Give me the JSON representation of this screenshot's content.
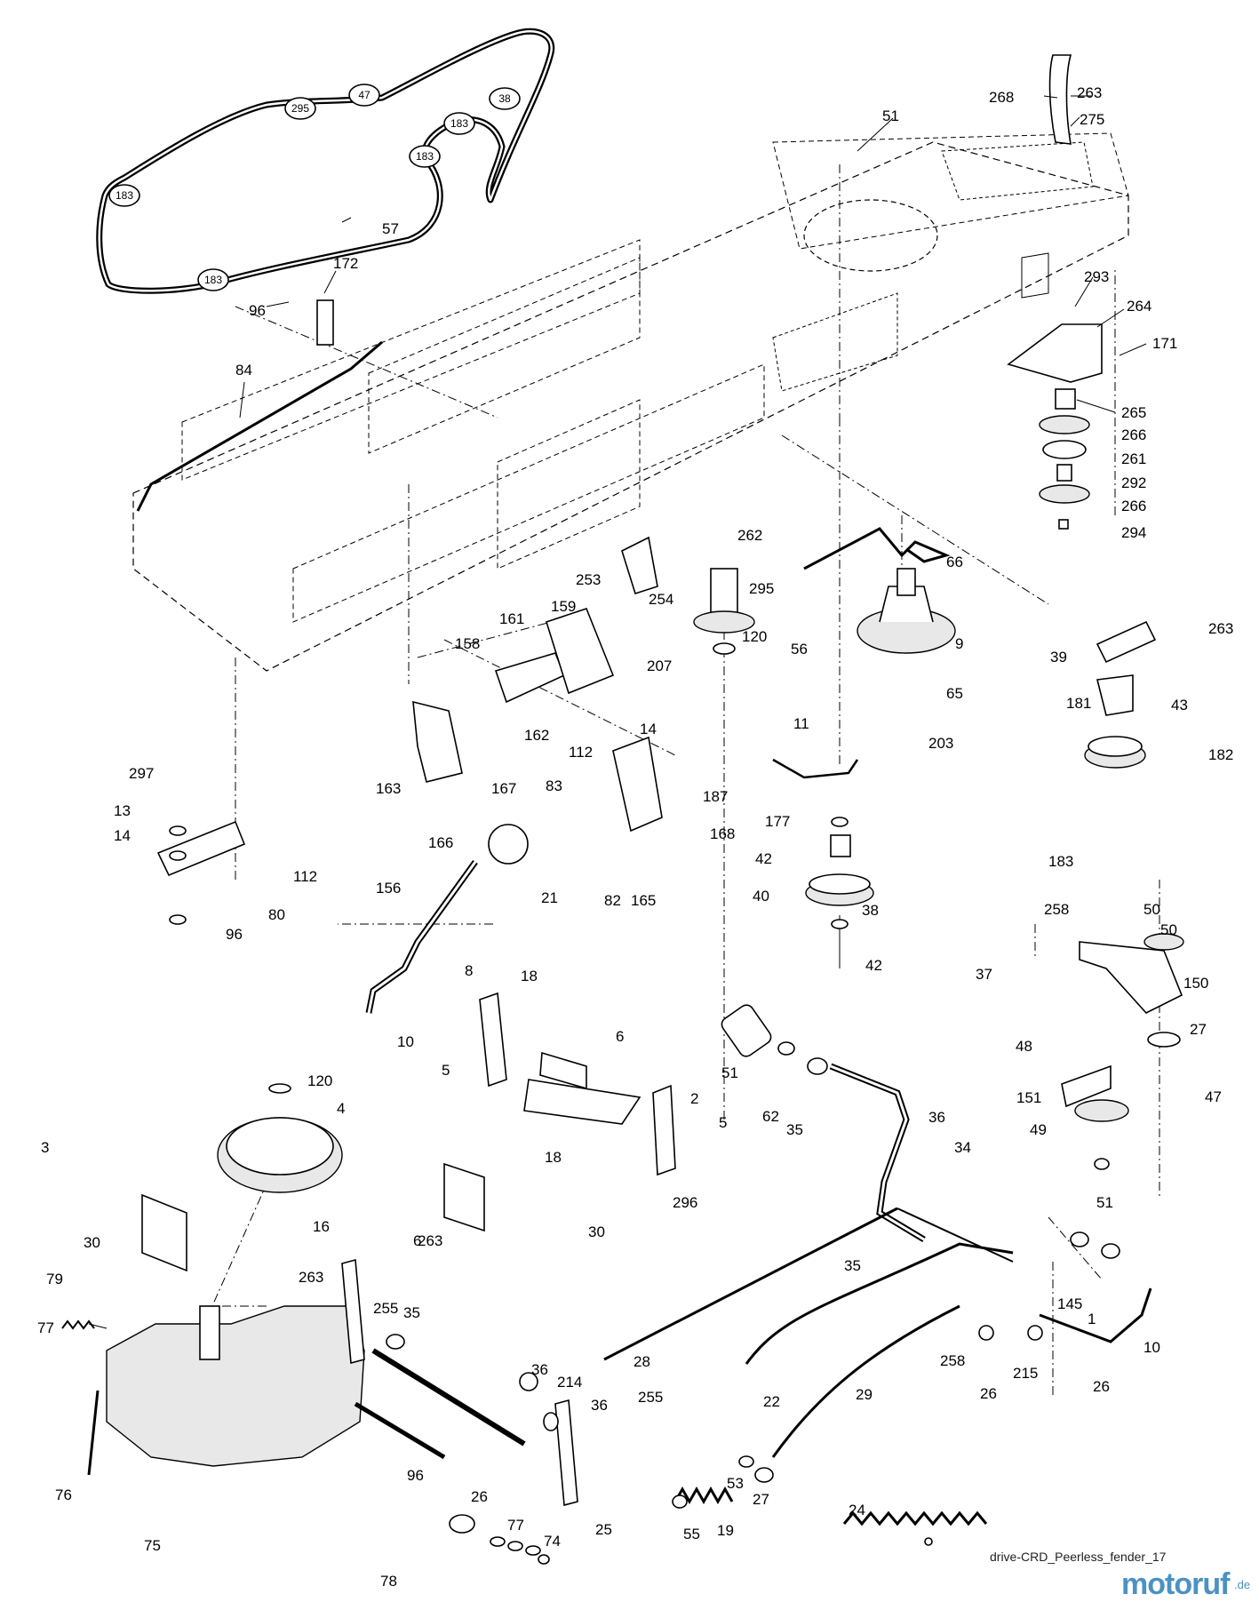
{
  "caption": "drive-CRD_Peerless_fender_17",
  "logo": {
    "name": "motoruf",
    "suffix": ".de"
  },
  "belt_pulley_labels": [
    "183",
    "295",
    "47",
    "38",
    "183",
    "183",
    "183"
  ],
  "part_labels": [
    "57",
    "96",
    "172",
    "84",
    "51",
    "268",
    "263",
    "275",
    "293",
    "264",
    "171",
    "265",
    "266",
    "261",
    "292",
    "266",
    "294",
    "262",
    "295",
    "120",
    "66",
    "56",
    "9",
    "65",
    "203",
    "253",
    "254",
    "159",
    "161",
    "158",
    "207",
    "162",
    "112",
    "14",
    "83",
    "163",
    "167",
    "297",
    "13",
    "14",
    "112",
    "80",
    "96",
    "11",
    "177",
    "42",
    "40",
    "38",
    "42",
    "39",
    "263",
    "181",
    "43",
    "182",
    "183",
    "187",
    "168",
    "166",
    "21",
    "82",
    "165",
    "156",
    "10",
    "8",
    "18",
    "5",
    "6",
    "51",
    "62",
    "35",
    "36",
    "34",
    "37",
    "258",
    "50",
    "50",
    "150",
    "48",
    "27",
    "151",
    "49",
    "47",
    "51",
    "120",
    "4",
    "3",
    "263",
    "30",
    "16",
    "79",
    "77",
    "2",
    "5",
    "18",
    "296",
    "6",
    "30",
    "263",
    "255",
    "35",
    "36",
    "214",
    "36",
    "35",
    "255",
    "28",
    "22",
    "258",
    "29",
    "26",
    "215",
    "10",
    "26",
    "53",
    "27",
    "19",
    "24",
    "25",
    "55",
    "96",
    "26",
    "77",
    "74",
    "78",
    "76",
    "75",
    "145",
    "1",
    "36",
    "35"
  ]
}
